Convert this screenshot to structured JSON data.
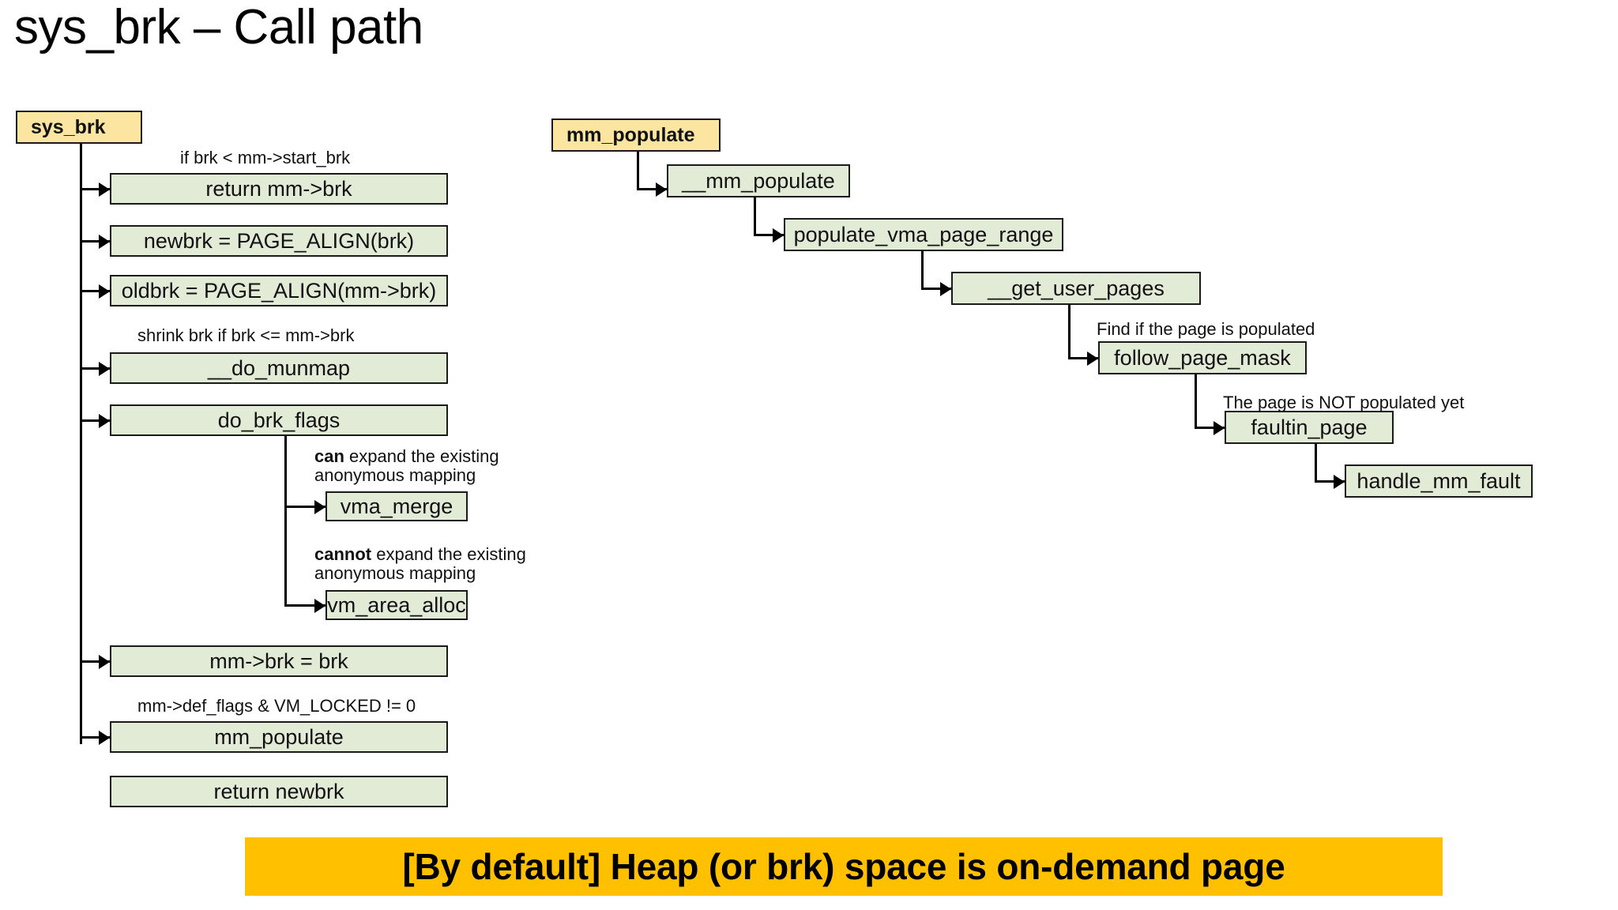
{
  "slide": {
    "title": "sys_brk – Call path",
    "background": "#FFFFFF",
    "colors": {
      "entry_node_fill": "#FBE5A1",
      "step_node_fill": "#E2EBD6",
      "node_border": "#1A1A1A",
      "banner_fill": "#FFC000",
      "text": "#111111"
    }
  },
  "left_flow": {
    "entry": {
      "label": "sys_brk"
    },
    "nodes": [
      {
        "label": "return mm->brk"
      },
      {
        "label": "newbrk = PAGE_ALIGN(brk)"
      },
      {
        "label": "oldbrk = PAGE_ALIGN(mm->brk)"
      },
      {
        "label": "__do_munmap"
      },
      {
        "label": "do_brk_flags"
      },
      {
        "label": "mm->brk = brk"
      },
      {
        "label": "mm_populate"
      },
      {
        "label": "return newbrk"
      }
    ],
    "annotations": [
      {
        "text": "if brk < mm->start_brk"
      },
      {
        "text": "shrink brk if brk <= mm->brk"
      },
      {
        "text": "mm->def_flags & VM_LOCKED != 0"
      }
    ],
    "branch": {
      "can_label_bold": "can",
      "can_label_rest": " expand the existing",
      "can_label_line2": "anonymous mapping",
      "can_node": "vma_merge",
      "cannot_label_bold": "cannot",
      "cannot_label_rest": " expand the existing",
      "cannot_label_line2": "anonymous mapping",
      "cannot_node": "vm_area_alloc"
    }
  },
  "right_flow": {
    "entry": {
      "label": "mm_populate"
    },
    "nodes": [
      {
        "label": "__mm_populate"
      },
      {
        "label": "populate_vma_page_range"
      },
      {
        "label": "__get_user_pages"
      },
      {
        "label": "follow_page_mask"
      },
      {
        "label": "faultin_page"
      },
      {
        "label": "handle_mm_fault"
      }
    ],
    "annotations": [
      {
        "text": "Find if the page is populated"
      },
      {
        "text": "The page is NOT populated yet"
      }
    ]
  },
  "banner": {
    "text": "[By default] Heap (or brk) space is on-demand page"
  }
}
